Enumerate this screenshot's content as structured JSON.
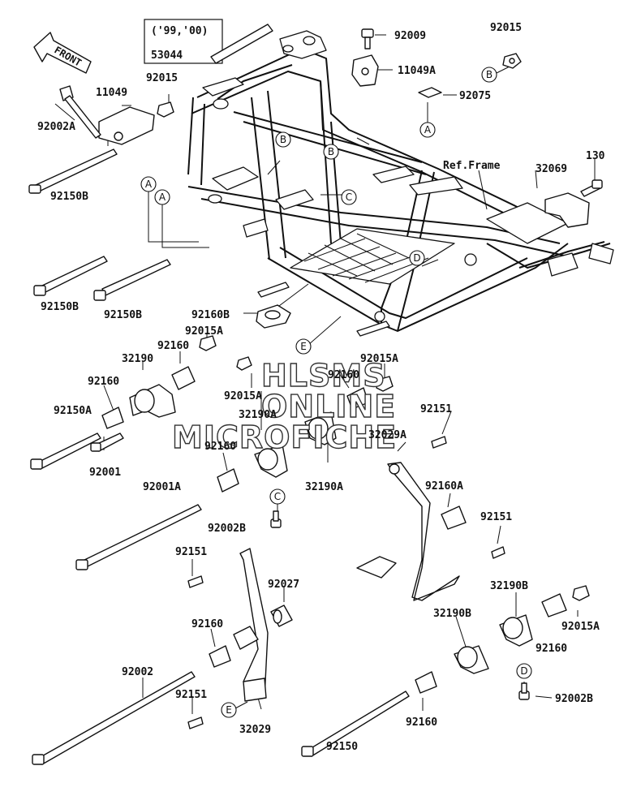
{
  "direction_label": "FRONT",
  "watermark": [
    "HLSMS",
    "ONLINE",
    "MICROFICHE"
  ],
  "callout_box": {
    "years": "('99,'00)",
    "part": "53044"
  },
  "parts": {
    "p92009": "92009",
    "p92015_top": "92015",
    "p11049A": "11049A",
    "p92075": "92075",
    "p11049": "11049",
    "p92015_left": "92015",
    "p92002A": "92002A",
    "p92150B_a": "92150B",
    "p92150B_b": "92150B",
    "p92150B_c": "92150B",
    "p_ref_frame": "Ref.Frame",
    "p130": "130",
    "p32069": "32069",
    "p92160B": "92160B",
    "p92015A_a": "92015A",
    "p92015A_b": "92015A",
    "p92015A_c": "92015A",
    "p92015A_d": "92015A",
    "p92160_a": "92160",
    "p92160_b": "92160",
    "p92160_c": "92160",
    "p92160_d": "92160",
    "p92160_e": "92160",
    "p92160_f": "92160",
    "p92160_g": "92160",
    "p32190": "32190",
    "p92150A": "92150A",
    "p92001": "92001",
    "p32190A_a": "32190A",
    "p32190A_b": "32190A",
    "p32029A": "32029A",
    "p92151_a": "92151",
    "p92151_b": "92151",
    "p92151_c": "92151",
    "p92151_d": "92151",
    "p92001A": "92001A",
    "p92160A": "92160A",
    "p92002B_a": "92002B",
    "p92002B_b": "92002B",
    "p92027": "92027",
    "p32190B_a": "32190B",
    "p32190B_b": "32190B",
    "p92002": "92002",
    "p32029": "32029",
    "p92150": "92150"
  },
  "ref_letters": {
    "B1": "B",
    "A1": "A",
    "B2": "B",
    "B3": "B",
    "A2": "A",
    "A3": "A",
    "C1": "C",
    "D1": "D",
    "E1": "E",
    "C2": "C",
    "D2": "D",
    "E2": "E"
  }
}
